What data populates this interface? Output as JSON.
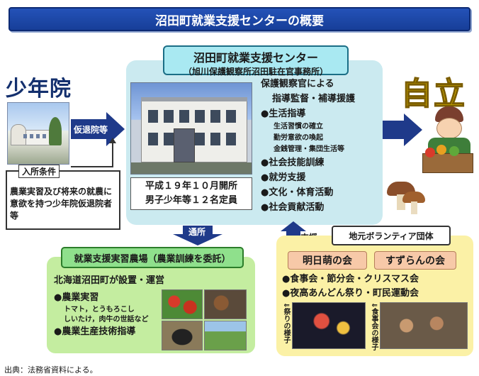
{
  "title": "沼田町就業支援センターの概要",
  "juvenile": {
    "title": "少年院",
    "arrow_label": "仮退院等",
    "conditions_label": "入所条件",
    "conditions_text": "農業実習及び将来の就農に意欲を持つ少年院仮退院者等"
  },
  "center": {
    "title": "沼田町就業支援センター",
    "subtitle": "（旭川保護観察所沼田駐在官事務所）",
    "opened_line1": "平成１９年１０月開所",
    "opened_line2": "男子少年等１２名定員",
    "services": {
      "line1": "保護観察官による",
      "line2": "指導監督・補導援護",
      "life": "●生活指導",
      "life_sub1": "生活習慣の確立",
      "life_sub2": "勤労意欲の喚起",
      "life_sub3": "金銭管理・集団生活等",
      "skills": "●社会技能訓練",
      "employment": "●就労支援",
      "culture": "●文化・体育活動",
      "contribution": "●社会貢献活動"
    },
    "arrow_down_label": "通所"
  },
  "independence": {
    "title": "自立"
  },
  "farm": {
    "title": "就業支援実習農場（農業訓練を委託）",
    "established": "北海道沼田町が設置・運営",
    "practice": "●農業実習",
    "practice_sub1": "トマト，とうもろこし",
    "practice_sub2": "しいたけ，肉牛の世話など",
    "guidance": "●農業生産技術指導"
  },
  "volunteer": {
    "support_label": "支援",
    "title": "地元ボランティア団体",
    "group1": "明日萌の会",
    "group2": "すずらんの会",
    "activity1": "●食事会・節分会・クリスマス会",
    "activity2": "●夜高あんどん祭り・町民運動会",
    "photo1_caption": "⇓祭りの様子",
    "photo2_caption": "⇓食事会の様子"
  },
  "source": "出典：法務省資料による。",
  "colors": {
    "title_bg": "#1f48a8",
    "arrow": "#1f3a8a",
    "center_bg": "#cbeaf0",
    "farm_bg": "#c4eda0",
    "volunteer_bg": "#fbf1a6",
    "independence_text": "#f5d000"
  }
}
